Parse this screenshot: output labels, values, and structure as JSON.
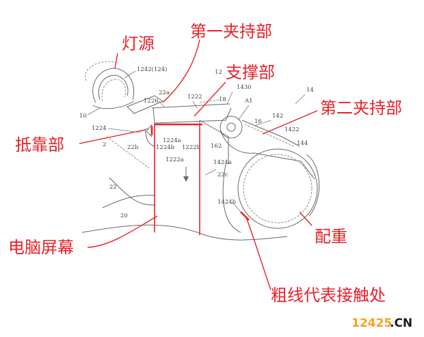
{
  "labels": {
    "light_source": "灯源",
    "first_clamp": "第一夹持部",
    "support": "支撑部",
    "second_clamp": "第二夹持部",
    "abutting_part": "抵靠部",
    "screen": "电脑屏幕",
    "counterweight": "配重",
    "thick_line_note": "粗线代表接触处"
  },
  "ref_numbers": {
    "n1242": "1242(124)",
    "n12": "12",
    "n1430": "1430",
    "n14": "14",
    "n22a": "22a",
    "n1222": "1222",
    "n1226": "1226",
    "n18": "18",
    "nA1": "A1",
    "n142": "142",
    "n10": "10",
    "n16": "16",
    "n1422": "1422",
    "n1224": "1224",
    "n2": "2",
    "n22b": "22b",
    "n1224a": "1224a",
    "n1224b": "1224b",
    "n1222b": "1222b",
    "n162": "162",
    "n144": "144",
    "n1222a": "1222a",
    "n1424a": "1424a",
    "n22c": "22c",
    "n22": "22",
    "n20": "20",
    "n1424b": "1424b"
  },
  "watermark": {
    "number": "12425",
    "suffix": ".CN"
  },
  "colors": {
    "annotation": "#e8202a",
    "drawing": "#666666",
    "watermark_number": "#f7a21b",
    "watermark_suffix": "#1c1c1c"
  }
}
